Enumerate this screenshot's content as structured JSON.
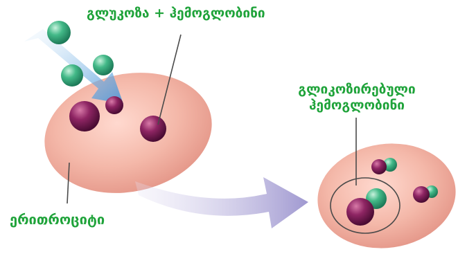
{
  "labels": {
    "glucose_hemoglobin": "გლუკოზა + ჰემოგლობინი",
    "glycated_line1": "გლიკოზირებული",
    "glycated_line2": "ჰემოგლობინი",
    "erythrocyte": "ერითროციტი"
  },
  "colors": {
    "label_green": "#1fa33a",
    "cell_fill": "#f2b3a5",
    "glucose": "#3fb98a",
    "hemoglobin": "#7a1f55",
    "arrow_blue": "#5a9fd8",
    "arrow_purple": "#a9a3d4"
  }
}
